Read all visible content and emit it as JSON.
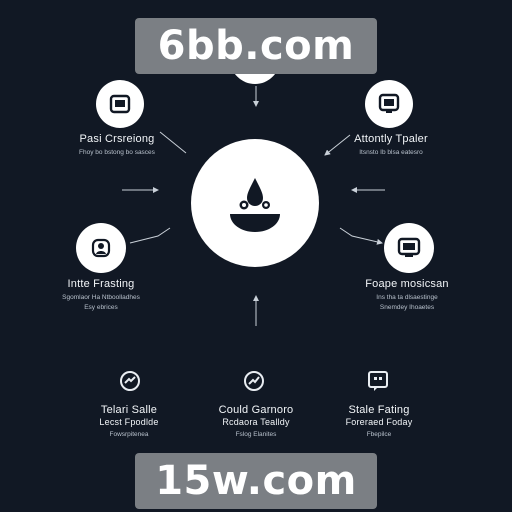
{
  "watermarks": {
    "top": "6bb.com",
    "bottom": "15w.com"
  },
  "nodes": {
    "top_left": {
      "title": "Pasi Crsreiong",
      "sub": "Fhoy bo bstong bo sasces"
    },
    "top_right": {
      "title": "Attontly Tpaler",
      "sub": "Itsnsto Ib blsa eatesro"
    },
    "mid_left": {
      "title": "Intte Frasting",
      "sub1": "Sgomlaor Ha Ntboolladhes",
      "sub2": "Esy ebrices"
    },
    "mid_right": {
      "title": "Foape mosicsan",
      "sub1": "Ins tha ta dlsaestinge",
      "sub2": "Snemdey Ihoaetes"
    }
  },
  "bottom": [
    {
      "title": "Telari Salle",
      "sub1": "Lecst Fpodlde",
      "sub2": "Fowsrpitenea"
    },
    {
      "title": "Could Garnoro",
      "sub1": "Rcdaora Tealldy",
      "sub2": "Fslog Elanites"
    },
    {
      "title": "Stale Fating",
      "sub1": "Foreraed Foday",
      "sub2": "Fbepilce"
    }
  ],
  "colors": {
    "background": "#111824",
    "node": "#ffffff",
    "line": "#c9d0d8"
  }
}
